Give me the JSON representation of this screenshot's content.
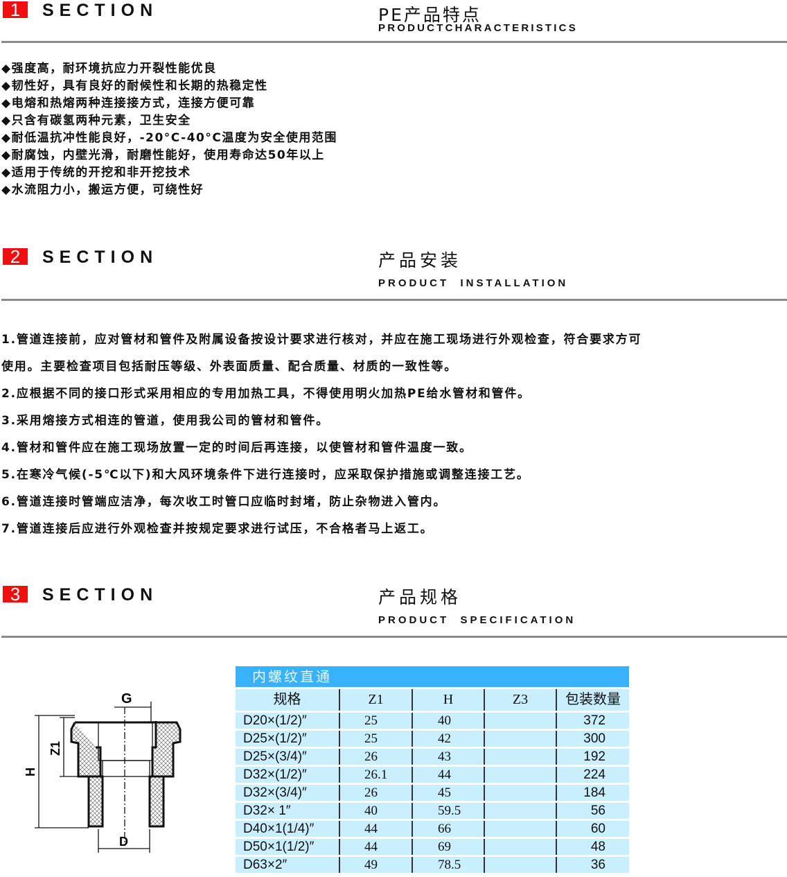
{
  "sections": [
    {
      "num": "1",
      "word": "SECTION",
      "title_cn": "PE产品特点",
      "title_en": "PRODUCTCHARACTERISTICS"
    },
    {
      "num": "2",
      "word": "SECTION",
      "title_cn": "产品安装",
      "title_en": "PRODUCT  INSTALLATION"
    },
    {
      "num": "3",
      "word": "SECTION",
      "title_cn": "产品规格",
      "title_en": "PRODUCT  SPECIFICATION"
    }
  ],
  "characteristics": [
    "◆强度高，耐环境抗应力开裂性能优良",
    "◆韧性好，具有良好的耐候性和长期的热稳定性",
    "◆电熔和热熔两种连接接方式，连接方便可靠",
    "◆只含有碳氢两种元素，卫生安全",
    "◆耐低温抗冲性能良好，-20°C-40°C温度为安全使用范围",
    "◆耐腐蚀，内壁光滑，耐磨性能好，使用寿命达50年以上",
    "◆适用于传统的开挖和非开挖技术",
    "◆水流阻力小，搬运方便，可绕性好"
  ],
  "installation": [
    "1.管道连接前，应对管材和管件及附属设备按设计要求进行核对，并应在施工现场进行外观检查，符合要求方可",
    "使用。主要检查项目包括耐压等级、外表面质量、配合质量、材质的一致性等。",
    "2.应根据不同的接口形式采用相应的专用加热工具，不得使用明火加热PE给水管材和管件。",
    "3.采用熔接方式相连的管道，使用我公司的管材和管件。",
    "4.管材和管件应在施工现场放置一定的时间后再连接，以使管材和管件温度一致。",
    "5.在寒冷气候(-5℃以下)和大风环境条件下进行连接时，应采取保护措施或调整连接工艺。",
    "6.管道连接时管端应洁净，每次收工时管口应临时封堵，防止杂物进入管内。",
    "7.管道连接后应进行外观检查并按规定要求进行试压，不合格者马上返工。"
  ],
  "diagram": {
    "labels": {
      "G": "G",
      "Z1": "Z1",
      "H": "H",
      "D": "D"
    }
  },
  "table": {
    "title": "内螺纹直通",
    "headers": [
      "规格",
      "Z1",
      "H",
      "Z3",
      "包装数量"
    ],
    "rows": [
      [
        "D20×(1/2)″",
        "25",
        "40",
        "",
        "372"
      ],
      [
        "D25×(1/2)″",
        "25",
        "42",
        "",
        "300"
      ],
      [
        "D25×(3/4)″",
        "26",
        "43",
        "",
        "192"
      ],
      [
        "D32×(1/2)″",
        "26.1",
        "44",
        "",
        "224"
      ],
      [
        "D32×(3/4)″",
        "26",
        "45",
        "",
        "184"
      ],
      [
        "D32× 1″",
        "40",
        "59.5",
        "",
        "56"
      ],
      [
        "D40×1(1/4)″",
        "44",
        "66",
        "",
        "60"
      ],
      [
        "D50×1(1/2)″",
        "44",
        "69",
        "",
        "48"
      ],
      [
        "D63×2″",
        "49",
        "78.5",
        "",
        "36"
      ]
    ]
  },
  "colors": {
    "accent_red": "#f00e0e",
    "table_header": "#38b2fc",
    "table_cell": "#c9eefd"
  }
}
